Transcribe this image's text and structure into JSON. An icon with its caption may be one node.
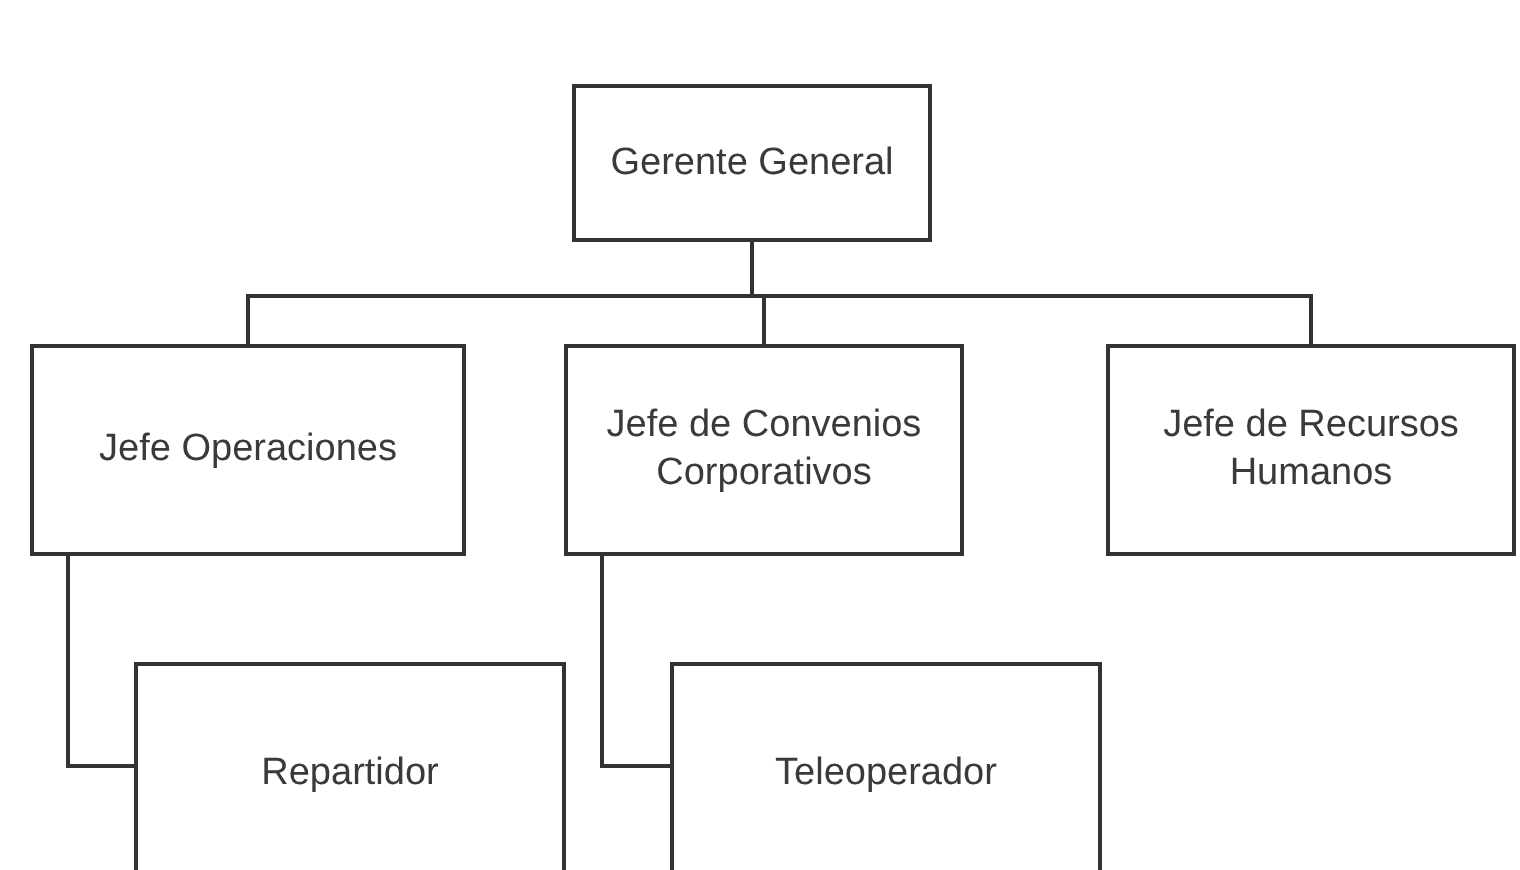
{
  "diagram": {
    "nodes": [
      {
        "text": [
          "Gerente General"
        ]
      },
      {
        "text": [
          "Jefe Operaciones"
        ]
      },
      {
        "text": [
          "Jefe de Convenios Corporativos"
        ]
      },
      {
        "text": [
          "Jefe de Recursos Humanos"
        ]
      },
      {
        "text": [
          "Repartidor"
        ]
      },
      {
        "text": [
          "Teleoperador"
        ]
      }
    ],
    "edges": [
      {
        "from": 0,
        "to": 1,
        "arrow": "none"
      },
      {
        "from": 0,
        "to": 2,
        "arrow": "none"
      },
      {
        "from": 0,
        "to": 3,
        "arrow": "none"
      },
      {
        "from": 1,
        "to": 4,
        "arrow": "none"
      },
      {
        "from": 2,
        "to": 5,
        "arrow": "none"
      }
    ]
  }
}
